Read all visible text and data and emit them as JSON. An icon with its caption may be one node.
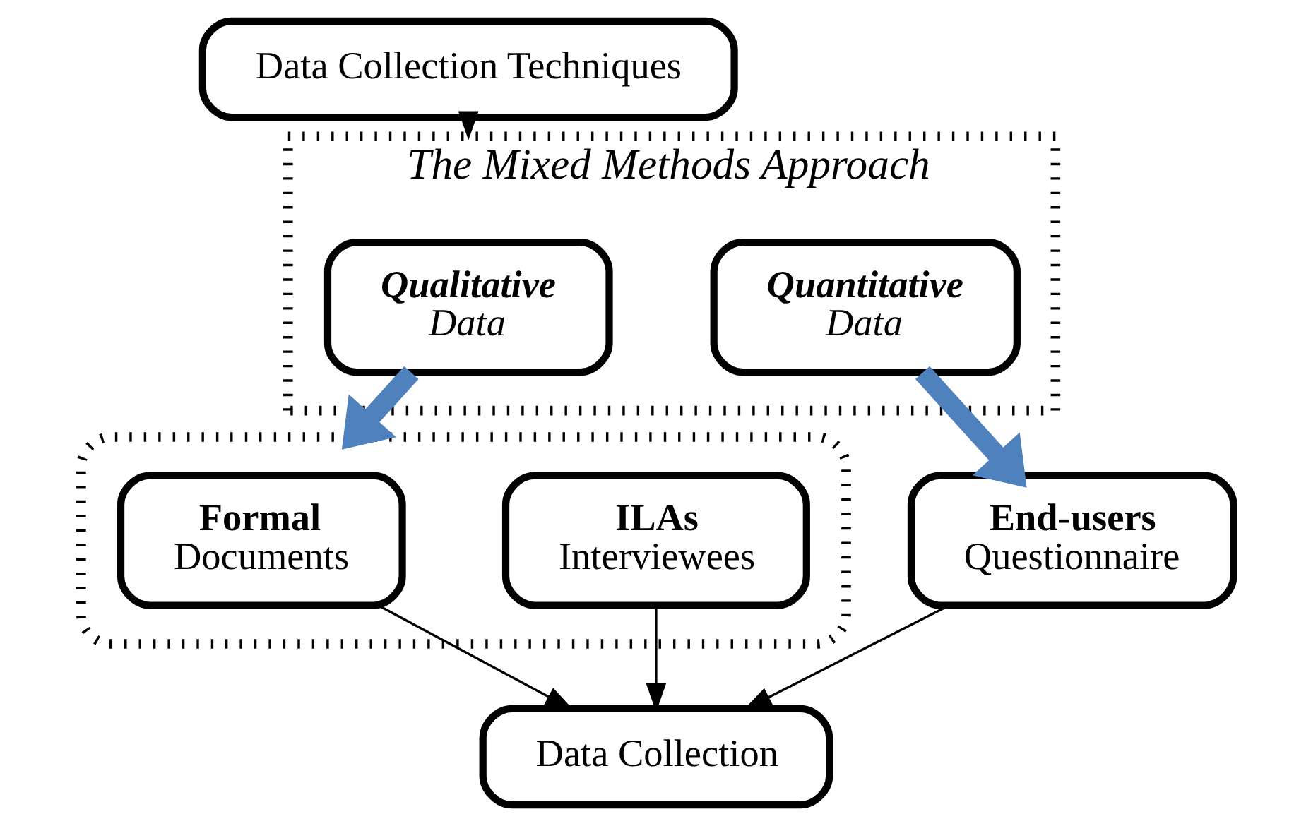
{
  "diagram": {
    "nodes": [
      {
        "text": [
          "Data Collection Techniques"
        ]
      },
      {
        "text": [
          "The Mixed Methods Approach"
        ]
      },
      {
        "text": [
          "Qualitative",
          "Data"
        ],
        "in": 1
      },
      {
        "text": [
          "Quantitative",
          "Data"
        ],
        "in": 1
      },
      {
        "text": [],
        "shape": "box"
      },
      {
        "text": [
          "Formal",
          "Documents"
        ],
        "in": 4
      },
      {
        "text": [
          "ILAs",
          "Interviewees"
        ],
        "in": 4
      },
      {
        "text": [
          "End-users",
          "Questionnaire"
        ]
      },
      {
        "text": [
          "Data Collection"
        ]
      }
    ],
    "edges": [
      {
        "from": 0,
        "to": 1,
        "arrow": "to"
      },
      {
        "from": 2,
        "to": 4,
        "arrow": "to",
        "style": "thick",
        "color": "#4f81bd"
      },
      {
        "from": 3,
        "to": 7,
        "arrow": "to",
        "style": "thick",
        "color": "#4f81bd"
      },
      {
        "from": 5,
        "to": 8,
        "arrow": "to"
      },
      {
        "from": 6,
        "to": 8,
        "arrow": "to"
      },
      {
        "from": 7,
        "to": 8,
        "arrow": "to"
      }
    ]
  }
}
